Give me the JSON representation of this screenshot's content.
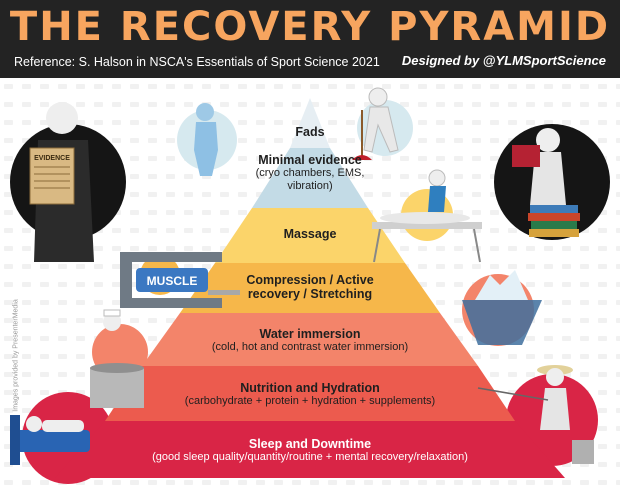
{
  "header": {
    "title": "THE RECOVERY PYRAMID",
    "reference": "Reference:  S. Halson in NSCA's Essentials of Sport Science 2021",
    "credit": "Designed by @YLMSportScience"
  },
  "side_credit": "Images provided by PresenterMedia",
  "props": {
    "evidence_label": "EVIDENCE",
    "muscle_label": "MUSCLE"
  },
  "pyramid": {
    "levels": [
      {
        "title": "Fads",
        "subtitle": ""
      },
      {
        "title": "Minimal evidence",
        "subtitle": "(cryo chambers, EMS, vibration)"
      },
      {
        "title": "Massage",
        "subtitle": ""
      },
      {
        "title": "Compression / Active recovery / Stretching",
        "subtitle": ""
      },
      {
        "title": "Water immersion",
        "subtitle": "(cold, hot and contrast water immersion)"
      },
      {
        "title": "Nutrition and Hydration",
        "subtitle": "(carbohydrate + protein + hydration + supplements)"
      },
      {
        "title": "Sleep and Downtime",
        "subtitle": "(good sleep quality/quantity/routine + mental recovery/relaxation)"
      }
    ]
  },
  "colors": {
    "header_bg": "#232323",
    "title": "#f7a55f",
    "fads": "#e6eef3",
    "minimal": "#c3dbe6",
    "massage": "#fbd46a",
    "compression": "#f6b74a",
    "water": "#f3846a",
    "nutrition": "#ec5b4e",
    "sleep": "#d92546"
  }
}
